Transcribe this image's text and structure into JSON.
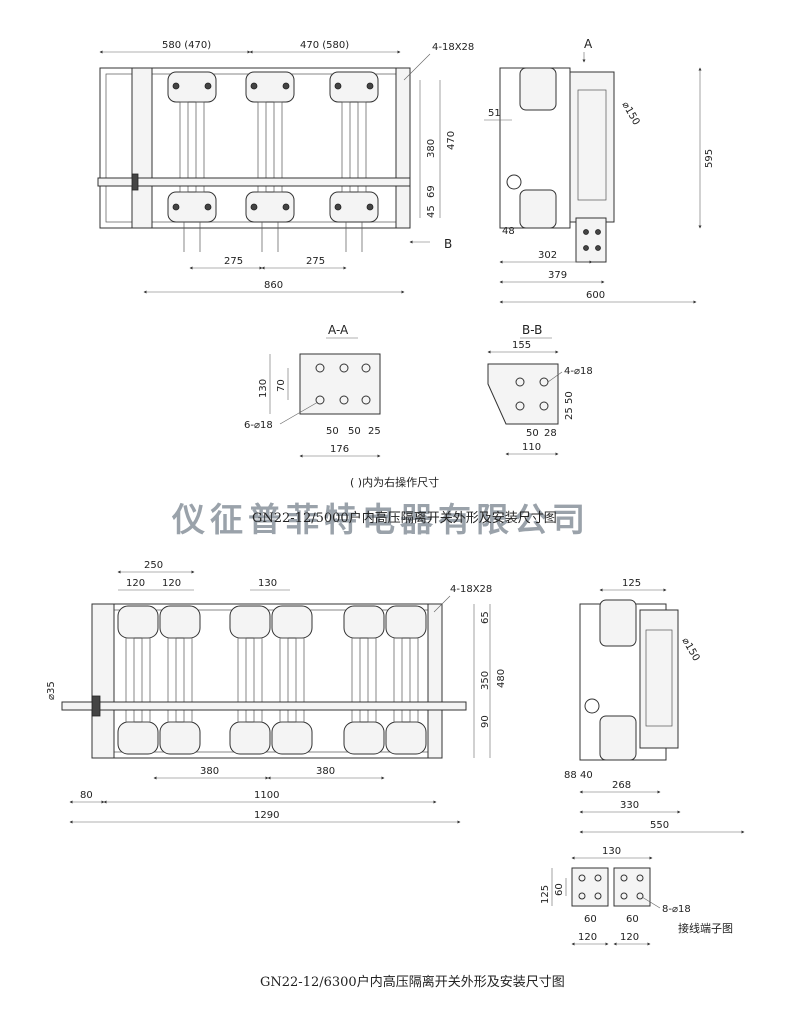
{
  "top": {
    "dims": {
      "span_left": "580 (470)",
      "span_right": "470 (580)",
      "holes": "4-18X28",
      "section_a": "A",
      "section_b": "B",
      "d380": "380",
      "d470": "470",
      "d69": "69",
      "d45": "45",
      "d275a": "275",
      "d275b": "275",
      "d860": "860",
      "d51": "51",
      "d150": "⌀150",
      "d595": "595",
      "d48": "48",
      "d302": "302",
      "d379": "379",
      "d600": "600"
    },
    "aa": {
      "title": "A-A",
      "d130": "130",
      "d70": "70",
      "d50a": "50",
      "d50b": "50",
      "d25": "25",
      "d176": "176",
      "holes": "6-⌀18"
    },
    "bb": {
      "title": "B-B",
      "d155": "155",
      "holes": "4-⌀18",
      "d50v": "50",
      "d25v": "25",
      "d50h": "50",
      "d28": "28",
      "d110": "110"
    },
    "note": "(    )内为右操作尺寸",
    "caption": "GN22-12/5000户内高压隔离开关外形及安装尺寸图"
  },
  "watermark": "仪征普菲特电器有限公司",
  "bottom": {
    "dims": {
      "d250": "250",
      "d120a": "120",
      "d120b": "120",
      "d130": "130",
      "holes": "4-18X28",
      "d65": "65",
      "d350": "350",
      "d480": "480",
      "d90": "90",
      "d35": "⌀35",
      "d380a": "380",
      "d380b": "380",
      "d80": "80",
      "d1100": "1100",
      "d1290": "1290",
      "d125": "125",
      "d150": "⌀150",
      "d88": "88",
      "d40": "40",
      "d268": "268",
      "d330": "330",
      "d550": "550"
    },
    "terminal": {
      "d130": "130",
      "d125": "125",
      "d60v": "60",
      "d60a": "60",
      "d60b": "60",
      "d120a": "120",
      "d120b": "120",
      "holes": "8-⌀18",
      "label": "接线端子图"
    },
    "caption": "GN22-12/6300户内高压隔离开关外形及安装尺寸图"
  }
}
